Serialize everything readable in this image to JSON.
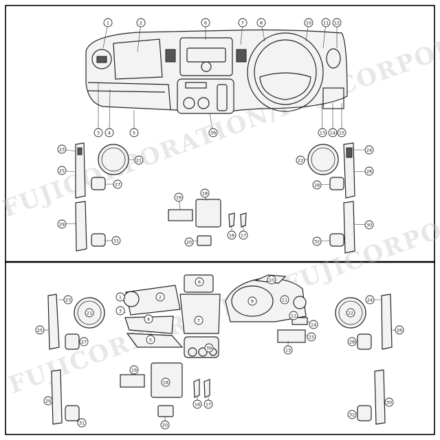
{
  "watermark": {
    "text": "FUJICORPORATION/FUJICORPORATION/FUJICORPORATION",
    "color": "#bdbdbd"
  },
  "top_section": {
    "callouts": [
      "1",
      "2",
      "3",
      "4",
      "5",
      "6",
      "7",
      "8",
      "10",
      "11",
      "12",
      "13",
      "14",
      "15",
      "18",
      "19",
      "20",
      "16",
      "17",
      "21",
      "22",
      "23",
      "24",
      "25",
      "26",
      "27",
      "28",
      "29",
      "30",
      "31",
      "32",
      "39"
    ]
  },
  "bottom_section": {
    "callouts": [
      "1",
      "2",
      "3",
      "4",
      "5",
      "6",
      "7",
      "9",
      "10",
      "11",
      "12",
      "13",
      "14",
      "15",
      "16",
      "17",
      "18",
      "19",
      "20",
      "21",
      "22",
      "23",
      "24",
      "25",
      "26",
      "27",
      "28",
      "29",
      "30",
      "31",
      "32",
      "39"
    ]
  },
  "colors": {
    "line": "#222222",
    "frame": "#000000",
    "background": "#ffffff"
  }
}
